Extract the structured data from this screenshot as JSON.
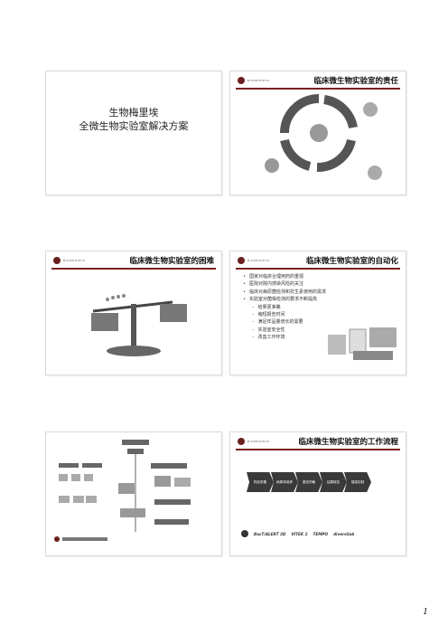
{
  "brand": "BIOMÉRIEUX",
  "slides": {
    "s1": {
      "title_line1": "生物梅里埃",
      "title_line2": "全微生物实验室解决方案"
    },
    "s2": {
      "title": "临床微生物实验室的责任"
    },
    "s3": {
      "title": "临床微生物实验室的困难"
    },
    "s4": {
      "title": "临床微生物实验室的自动化",
      "bullets": [
        "国家对临床合理用药的重视",
        "医院对院内感染风险的关注",
        "临床对病原菌检测和抗生素使用的需求",
        "实验室对菌株检测的要求不断提高"
      ],
      "subs": [
        "结果更准确",
        "缩短报告时间",
        "满足样品量增长的需要",
        "实验室安全性",
        "改善工作环境"
      ]
    },
    "s6": {
      "title": "临床微生物实验室的工作流程",
      "steps": [
        "样品采集",
        "病原体培养",
        "鉴定药敏",
        "结果报告",
        "感染控制"
      ],
      "brands": [
        "BacT/ALERT 3D",
        "VITEK 2",
        "TEMPO",
        "diversilab"
      ]
    }
  },
  "page_number": "1"
}
